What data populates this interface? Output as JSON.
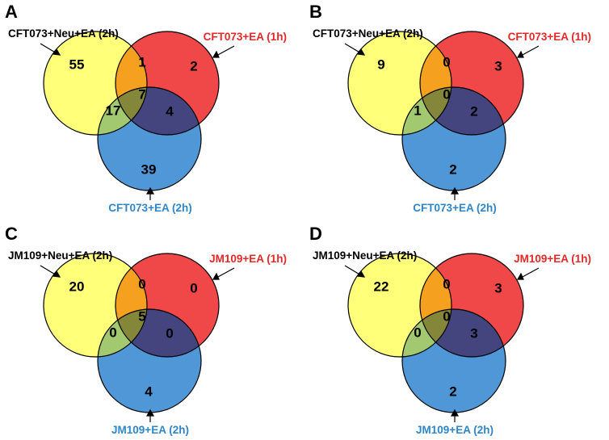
{
  "colors": {
    "yellow": "#FFFF7A",
    "red": "#F04848",
    "blue": "#4F97D6",
    "yellow_red": "#F5A01E",
    "yellow_blue": "#A2C870",
    "red_blue": "#44447F",
    "all_three": "#84863A",
    "label_black": "#000000",
    "label_red": "#E42828",
    "label_blue": "#2E86C8"
  },
  "panels": [
    {
      "letter": "A",
      "labels": {
        "yellow": "CFT073+Neu+EA (2h)",
        "red": "CFT073+EA (1h)",
        "blue": "CFT073+EA (2h)"
      },
      "counts": {
        "yellow_only": "55",
        "red_only": "2",
        "blue_only": "39",
        "yellow_red": "1",
        "yellow_blue": "17",
        "red_blue": "4",
        "all_three": "7"
      }
    },
    {
      "letter": "B",
      "labels": {
        "yellow": "CFT073+Neu+EA (2h)",
        "red": "CFT073+EA (1h)",
        "blue": "CFT073+EA (2h)"
      },
      "counts": {
        "yellow_only": "9",
        "red_only": "3",
        "blue_only": "2",
        "yellow_red": "0",
        "yellow_blue": "1",
        "red_blue": "2",
        "all_three": "0"
      }
    },
    {
      "letter": "C",
      "labels": {
        "yellow": "JM109+Neu+EA (2h)",
        "red": "JM109+EA (1h)",
        "blue": "JM109+EA (2h)"
      },
      "counts": {
        "yellow_only": "20",
        "red_only": "0",
        "blue_only": "4",
        "yellow_red": "0",
        "yellow_blue": "0",
        "red_blue": "0",
        "all_three": "5"
      }
    },
    {
      "letter": "D",
      "labels": {
        "yellow": "JM109+Neu+EA (2h)",
        "red": "JM109+EA (1h)",
        "blue": "JM109+EA (2h)"
      },
      "counts": {
        "yellow_only": "22",
        "red_only": "3",
        "blue_only": "2",
        "yellow_red": "0",
        "yellow_blue": "0",
        "red_blue": "3",
        "all_three": "0"
      }
    }
  ]
}
